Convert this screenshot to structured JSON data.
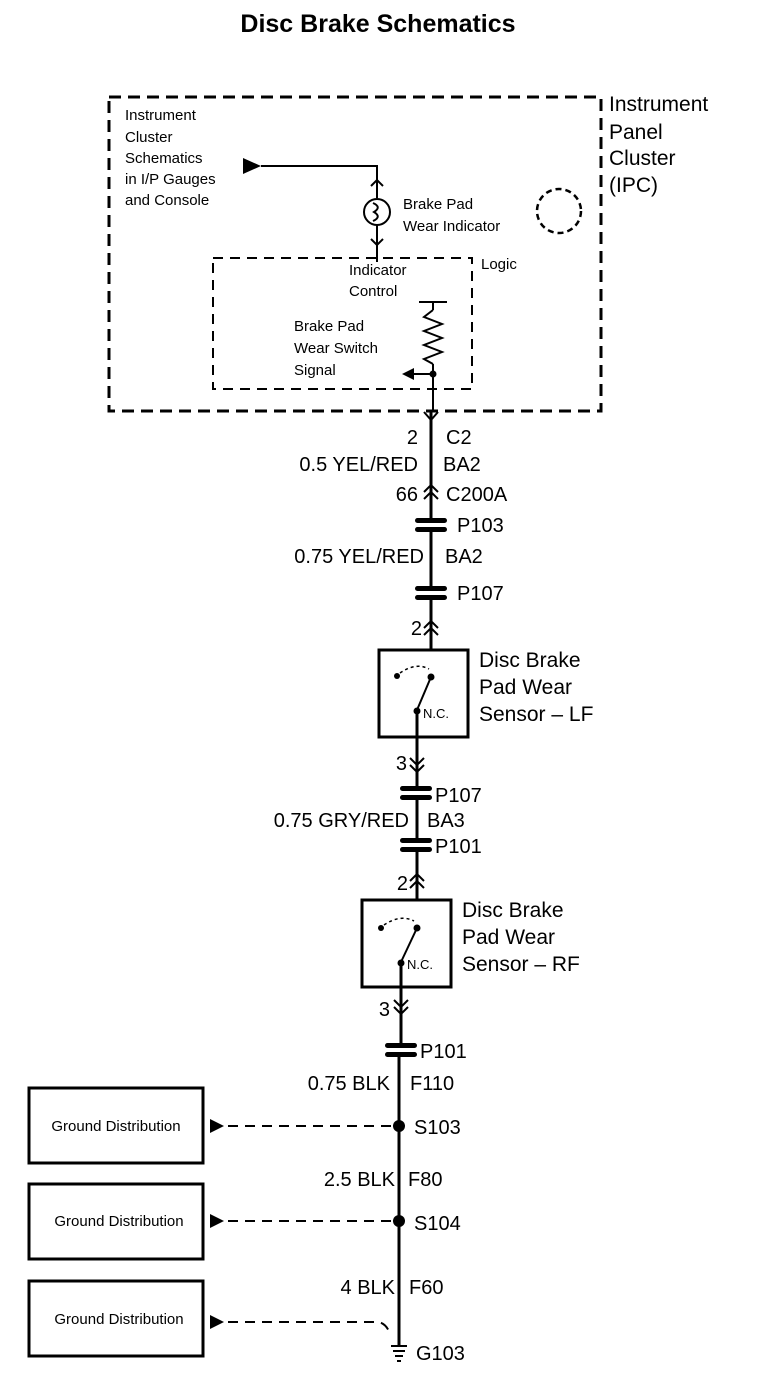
{
  "title": "Disc Brake Schematics",
  "ipc": {
    "label_lines": [
      "Instrument",
      "Panel",
      "Cluster",
      "(IPC)"
    ],
    "ref_lines": [
      "Instrument",
      "Cluster",
      "Schematics",
      "in I/P Gauges",
      "and Console"
    ],
    "indicator_lines": [
      "Brake Pad",
      "Wear Indicator"
    ],
    "logic_label": "Logic",
    "control_lines": [
      "Indicator",
      "Control"
    ],
    "switch_signal_lines": [
      "Brake Pad",
      "Wear Switch",
      "Signal"
    ]
  },
  "connectors": {
    "c2_pin": "2",
    "c2": "C2",
    "c200a_pin": "66",
    "c200a": "C200A",
    "p103": "P103",
    "p107_top": "P107",
    "lf_in_pin": "2",
    "lf_out_pin": "3",
    "p107_bot": "P107",
    "p101_top": "P101",
    "rf_in_pin": "2",
    "rf_out_pin": "3",
    "p101_bot": "P101"
  },
  "wires": {
    "w1_label": "0.5 YEL/RED",
    "w1_circuit": "BA2",
    "w2_label": "0.75 YEL/RED",
    "w2_circuit": "BA2",
    "w3_label": "0.75 GRY/RED",
    "w3_circuit": "BA3",
    "w4_label": "0.75 BLK",
    "w4_circuit": "F110",
    "w5_label": "2.5 BLK",
    "w5_circuit": "F80",
    "w6_label": "4 BLK",
    "w6_circuit": "F60"
  },
  "sensors": {
    "lf_lines": [
      "Disc Brake",
      "Pad Wear",
      "Sensor – LF"
    ],
    "lf_nc": "N.C.",
    "rf_lines": [
      "Disc Brake",
      "Pad Wear",
      "Sensor – RF"
    ],
    "rf_nc": "N.C."
  },
  "grounds": {
    "gd1": "Ground Distribution",
    "gd2": "Ground Distribution",
    "gd3": "Ground Distribution",
    "s103": "S103",
    "s104": "S104",
    "g103": "G103"
  }
}
